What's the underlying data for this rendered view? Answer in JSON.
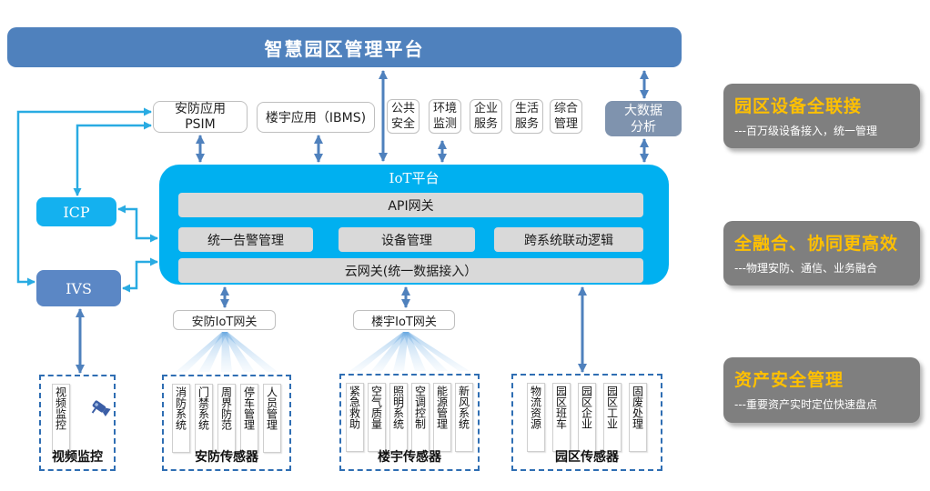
{
  "platform_banner": {
    "title": "智慧园区管理平台"
  },
  "app_layer": {
    "psim": {
      "line1": "安防应用",
      "line2": "PSIM"
    },
    "ibms": "楼宇应用（IBMS)",
    "services": [
      "公共安全",
      "环境监测",
      "企业服务",
      "生活服务",
      "综合管理"
    ],
    "big_data": {
      "line1": "大数据",
      "line2": "分析"
    }
  },
  "iot_platform": {
    "title": "IoT平台",
    "api_gateway": "API网关",
    "modules": [
      "统一告警管理",
      "设备管理",
      "跨系统联动逻辑"
    ],
    "cloud_gateway": "云网关(统一数据接入）"
  },
  "left_systems": {
    "icp": "ICP",
    "ivs": "IVS"
  },
  "gateways": {
    "security": "安防IoT网关",
    "building": "楼宇IoT网关"
  },
  "sensor_groups": [
    {
      "label": "视频监控",
      "items": [
        "视频监控"
      ]
    },
    {
      "label": "安防传感器",
      "items": [
        "消防系统",
        "门禁系统",
        "周界防范",
        "停车管理",
        "人员管理"
      ]
    },
    {
      "label": "楼宇传感器",
      "items": [
        "紧急救助",
        "空气质量",
        "照明系统",
        "空调控制",
        "能源管理",
        "新风系统"
      ]
    },
    {
      "label": "园区传感器",
      "items": [
        "物流资源",
        "园区班车",
        "园区企业",
        "园区工业",
        "固废处理"
      ]
    }
  ],
  "benefit_panels": [
    {
      "title": "园区设备全联接",
      "subtitle": "---百万级设备接入，统一管理"
    },
    {
      "title": "全融合、协同更高效",
      "subtitle": "---物理安防、通信、业务融合"
    },
    {
      "title": "资产安全管理",
      "subtitle": "---重要资产实时定位快速盘点"
    }
  ],
  "icons": {
    "camera": "cctv-camera-icon"
  },
  "colors": {
    "banner_blue": "#4f81bd",
    "iot_cyan": "#00b0f0",
    "icp_cyan": "#14b1ef",
    "ivs_blue": "#5b87c5",
    "big_data_gray_blue": "#7f93ae",
    "module_bar_gray": "#d9d9d9",
    "panel_gray": "#7f7f7f",
    "panel_title_orange": "#ffc000",
    "connector_blue": "#4f81bd",
    "connector_cyan": "#29abe2",
    "dashed_border_blue": "#2f6eb3"
  }
}
